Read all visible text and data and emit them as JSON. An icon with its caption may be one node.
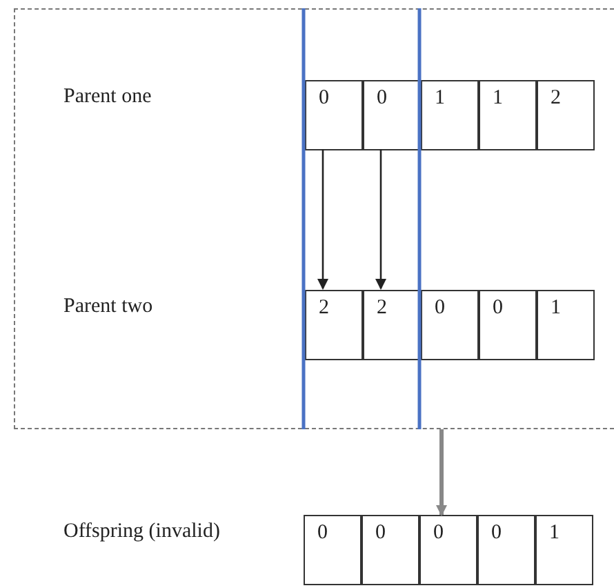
{
  "diagram": {
    "nodes": [
      {
        "text": [],
        "shape": "box"
      },
      {
        "text": [
          "0"
        ],
        "in": 0
      },
      {
        "text": [
          "0"
        ],
        "in": 0
      },
      {
        "text": [
          "1"
        ],
        "in": 0
      },
      {
        "text": [
          "1"
        ],
        "in": 0
      },
      {
        "text": [
          "2"
        ],
        "in": 0
      },
      {
        "text": [
          "2"
        ],
        "in": 0
      },
      {
        "text": [
          "2"
        ],
        "in": 0
      },
      {
        "text": [
          "0"
        ],
        "in": 0
      },
      {
        "text": [
          "0"
        ],
        "in": 0
      },
      {
        "text": [
          "1"
        ],
        "in": 0
      },
      {
        "text": [
          "0"
        ]
      },
      {
        "text": [
          "0"
        ]
      },
      {
        "text": [
          "0"
        ]
      },
      {
        "text": [
          "0"
        ]
      },
      {
        "text": [
          "1"
        ]
      }
    ],
    "edges": [
      {
        "from": 1,
        "to": 6,
        "arrow": "to"
      },
      {
        "from": 2,
        "to": 7,
        "arrow": "to"
      },
      {
        "from": 0,
        "to": 13,
        "arrow": "to",
        "style": "thick",
        "color": "#888888"
      }
    ],
    "labels": [
      "Parent one",
      "Parent two",
      "Offspring (invalid)"
    ]
  }
}
